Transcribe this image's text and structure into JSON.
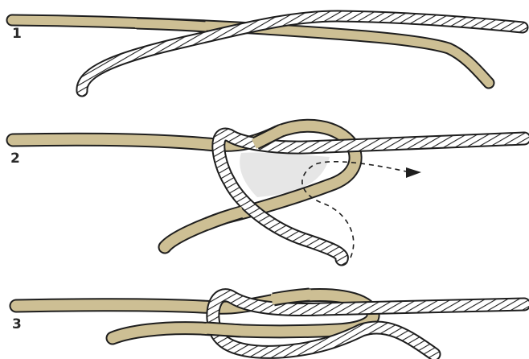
{
  "steps": [
    {
      "number": "1"
    },
    {
      "number": "2"
    },
    {
      "number": "3"
    }
  ],
  "colors": {
    "tan_rope": "#cdbf94",
    "white_rope": "#ffffff",
    "outline": "#1e1e1e",
    "shading": "#d7d7d7"
  },
  "icons": [
    "arrow-right-icon"
  ]
}
